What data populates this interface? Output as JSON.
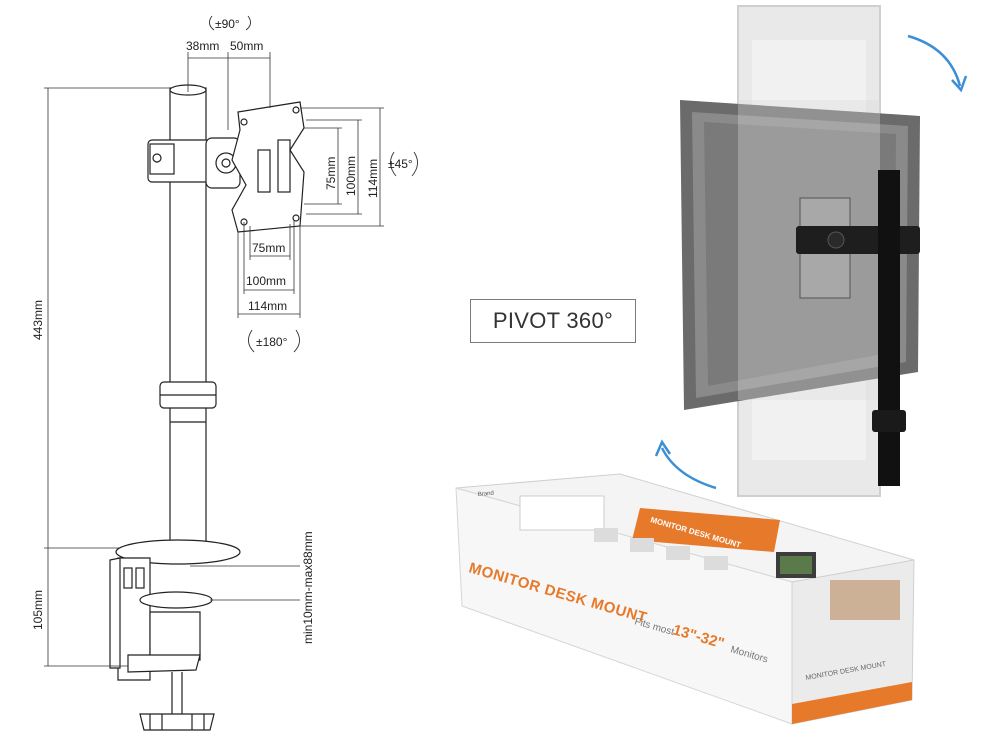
{
  "diagram": {
    "angles": {
      "tilt": "±90°",
      "swivel": "±45°",
      "rotate": "±180°"
    },
    "dims": {
      "arm_offset": "38mm",
      "plate_offset": "50mm",
      "vesa_75_v": "75mm",
      "vesa_100_v": "100mm",
      "vesa_114_v": "114mm",
      "vesa_75_h": "75mm",
      "vesa_100_h": "100mm",
      "vesa_114_h": "114mm",
      "pole_height": "443mm",
      "clamp_height": "105mm",
      "desk_thickness": "min10mm-max88mm"
    }
  },
  "photo": {
    "pivot_label": "PIVOT 360°"
  },
  "box": {
    "front_title": "MONITOR DESK MOUNT",
    "fits_prefix": "Fits most",
    "size_range": "13\"-32\"",
    "fits_suffix": "Monitors",
    "top_banner": "MONITOR DESK MOUNT",
    "side_title": "MONITOR DESK MOUNT",
    "brand": "Brand"
  },
  "colors": {
    "accent_orange": "#e7792b",
    "line": "#222222",
    "arrow_blue": "#3b8fd6"
  }
}
